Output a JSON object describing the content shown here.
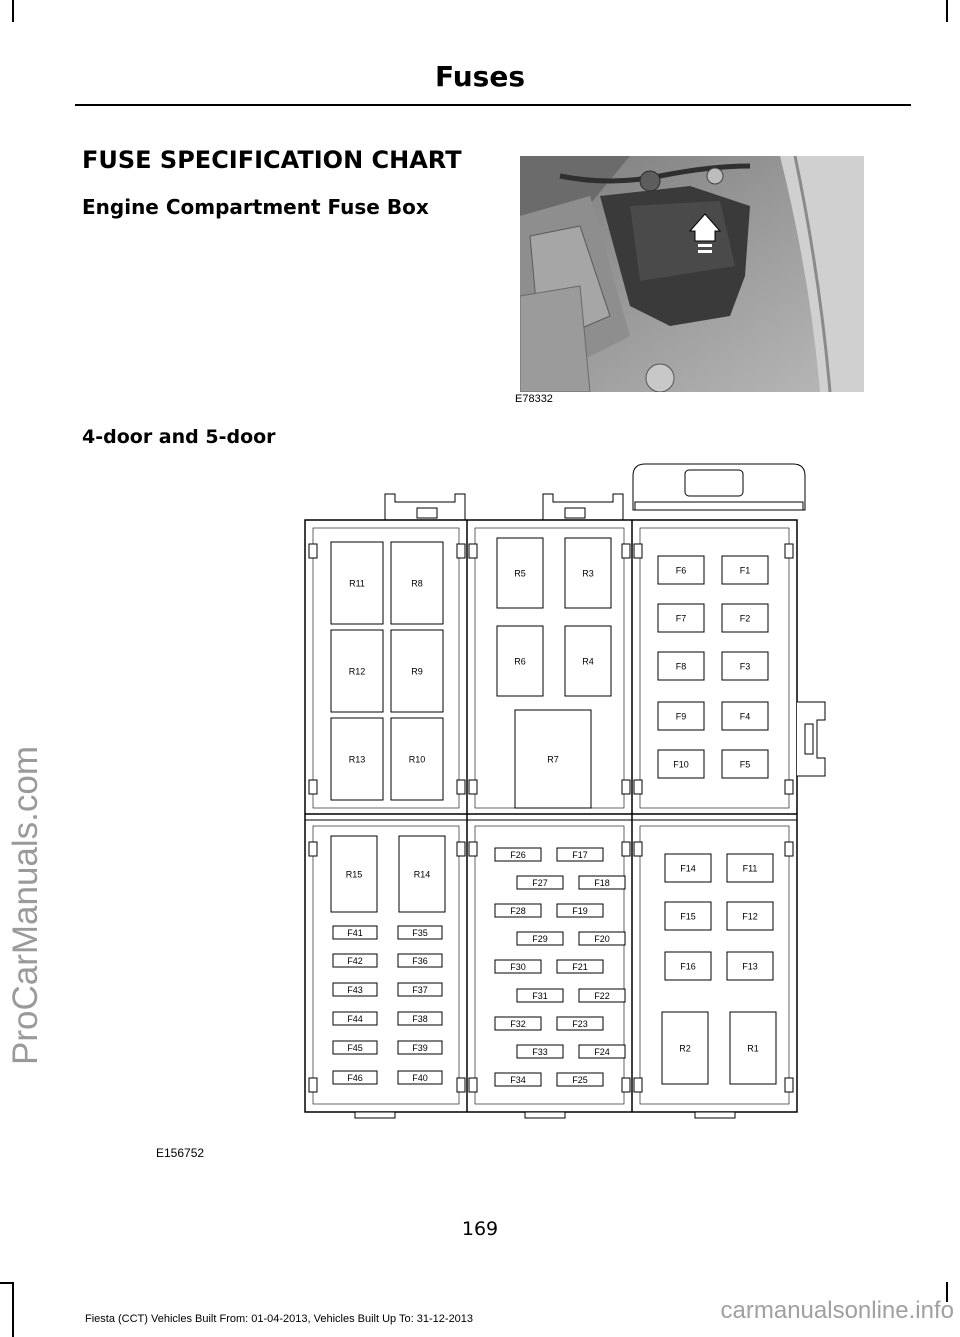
{
  "header": {
    "title": "Fuses"
  },
  "watermark": {
    "side_text": "ProCarManuals.com",
    "footer_site": "carmanualsonline.info"
  },
  "section": {
    "title": "FUSE SPECIFICATION CHART",
    "subtitle": "Engine Compartment Fuse Box",
    "variant": "4-door and 5-door"
  },
  "figures": {
    "photo_code": "E78332",
    "diagram_code": "E156752"
  },
  "fuse_box": {
    "labels": [
      "R11",
      "R8",
      "R12",
      "R9",
      "R13",
      "R10",
      "R5",
      "R3",
      "R6",
      "R4",
      "R7",
      "F6",
      "F1",
      "F7",
      "F2",
      "F8",
      "F3",
      "F9",
      "F4",
      "F10",
      "F5",
      "R15",
      "R14",
      "F41",
      "F35",
      "F42",
      "F36",
      "F43",
      "F37",
      "F44",
      "F38",
      "F45",
      "F39",
      "F46",
      "F40",
      "F26",
      "F17",
      "F27",
      "F18",
      "F28",
      "F19",
      "F29",
      "F20",
      "F30",
      "F21",
      "F31",
      "F22",
      "F32",
      "F23",
      "F33",
      "F24",
      "F34",
      "F25",
      "F14",
      "F11",
      "F15",
      "F12",
      "F16",
      "F13",
      "R2",
      "R1"
    ]
  },
  "page": {
    "number": "169"
  },
  "footer": {
    "text": "Fiesta (CCT) Vehicles Built From: 01-04-2013, Vehicles Built Up To: 31-12-2013"
  }
}
